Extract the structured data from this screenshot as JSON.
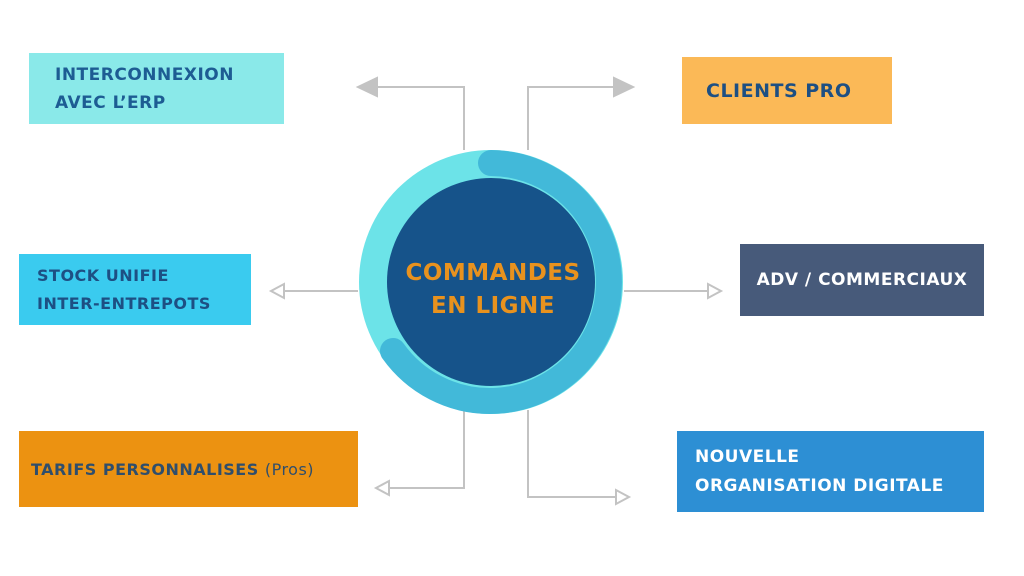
{
  "hub": {
    "line1": "COMMANDES",
    "line2": "EN LIGNE",
    "text_color": "#e8921e",
    "inner_color": "#16538a",
    "ring_color": "#6ce3e8",
    "ring_accent_color": "#42b9d9"
  },
  "connector_color": "#c3c3c3",
  "boxes": {
    "erp": {
      "lines": [
        "INTERCONNEXION",
        "AVEC L’ERP"
      ],
      "bg": "#8ae9e9",
      "text_color": "#1d5c93"
    },
    "clients": {
      "text": "CLIENTS PRO",
      "bg": "#fbb957",
      "text_color": "#1d4f83"
    },
    "stock": {
      "lines": [
        "STOCK UNIFIE",
        "INTER-ENTREPOTS"
      ],
      "bg": "#3acbef",
      "text_color": "#1d4f83"
    },
    "adv": {
      "text": "ADV / COMMERCIAUX",
      "bg": "#475a7a",
      "text_color": "#ffffff"
    },
    "tarifs": {
      "main": "TARIFS PERSONNALISES",
      "suffix": "(Pros)",
      "bg": "#ec9211",
      "text_color": "#2f4e6c"
    },
    "digital": {
      "lines": [
        "NOUVELLE",
        "ORGANISATION DIGITALE"
      ],
      "bg": "#2d8fd4",
      "text_color": "#ffffff"
    }
  }
}
